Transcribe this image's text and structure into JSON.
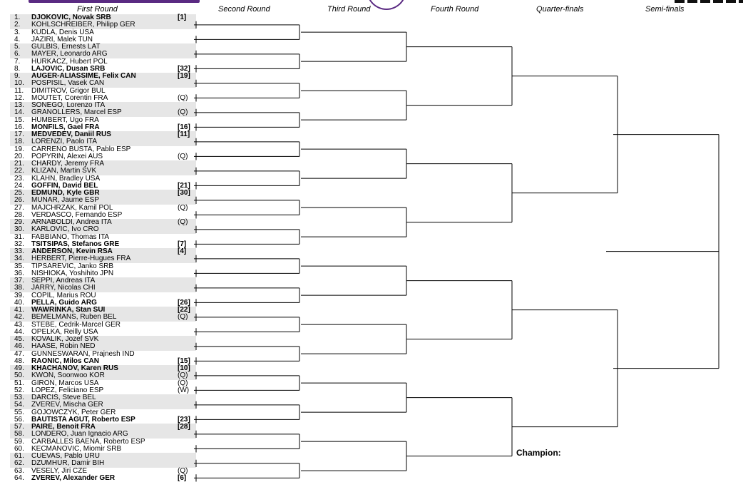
{
  "rounds": [
    "First Round",
    "Second Round",
    "Third Round",
    "Fourth Round",
    "Quarter-finals",
    "Semi-finals"
  ],
  "champion_label": "Champion:",
  "entries": [
    {
      "num": "1.",
      "name": "DJOKOVIC, Novak SRB",
      "tag": "[1]",
      "seed": true
    },
    {
      "num": "2.",
      "name": "KOHLSCHREIBER, Philipp GER",
      "tag": ""
    },
    {
      "num": "3.",
      "name": "KUDLA, Denis USA",
      "tag": ""
    },
    {
      "num": "4.",
      "name": "JAZIRI, Malek TUN",
      "tag": ""
    },
    {
      "num": "5.",
      "name": "GULBIS, Ernests LAT",
      "tag": ""
    },
    {
      "num": "6.",
      "name": "MAYER, Leonardo ARG",
      "tag": ""
    },
    {
      "num": "7.",
      "name": "HURKACZ, Hubert POL",
      "tag": ""
    },
    {
      "num": "8.",
      "name": "LAJOVIC, Dusan SRB",
      "tag": "[32]",
      "seed": true
    },
    {
      "num": "9.",
      "name": "AUGER-ALIASSIME, Felix CAN",
      "tag": "[19]",
      "seed": true
    },
    {
      "num": "10.",
      "name": "POSPISIL, Vasek CAN",
      "tag": ""
    },
    {
      "num": "11.",
      "name": "DIMITROV, Grigor BUL",
      "tag": ""
    },
    {
      "num": "12.",
      "name": "MOUTET, Corentin FRA",
      "tag": "(Q)"
    },
    {
      "num": "13.",
      "name": "SONEGO, Lorenzo ITA",
      "tag": ""
    },
    {
      "num": "14.",
      "name": "GRANOLLERS, Marcel ESP",
      "tag": "(Q)"
    },
    {
      "num": "15.",
      "name": "HUMBERT, Ugo FRA",
      "tag": ""
    },
    {
      "num": "16.",
      "name": "MONFILS, Gael FRA",
      "tag": "[16]",
      "seed": true
    },
    {
      "num": "17.",
      "name": "MEDVEDEV, Daniil RUS",
      "tag": "[11]",
      "seed": true
    },
    {
      "num": "18.",
      "name": "LORENZI, Paolo ITA",
      "tag": ""
    },
    {
      "num": "19.",
      "name": "CARRENO BUSTA, Pablo ESP",
      "tag": ""
    },
    {
      "num": "20.",
      "name": "POPYRIN, Alexei AUS",
      "tag": "(Q)"
    },
    {
      "num": "21.",
      "name": "CHARDY, Jeremy FRA",
      "tag": ""
    },
    {
      "num": "22.",
      "name": "KLIZAN, Martin SVK",
      "tag": ""
    },
    {
      "num": "23.",
      "name": "KLAHN, Bradley USA",
      "tag": ""
    },
    {
      "num": "24.",
      "name": "GOFFIN, David BEL",
      "tag": "[21]",
      "seed": true
    },
    {
      "num": "25.",
      "name": "EDMUND, Kyle GBR",
      "tag": "[30]",
      "seed": true
    },
    {
      "num": "26.",
      "name": "MUNAR, Jaume ESP",
      "tag": ""
    },
    {
      "num": "27.",
      "name": "MAJCHRZAK, Kamil POL",
      "tag": "(Q)"
    },
    {
      "num": "28.",
      "name": "VERDASCO, Fernando ESP",
      "tag": ""
    },
    {
      "num": "29.",
      "name": "ARNABOLDI, Andrea ITA",
      "tag": "(Q)"
    },
    {
      "num": "30.",
      "name": "KARLOVIC, Ivo CRO",
      "tag": ""
    },
    {
      "num": "31.",
      "name": "FABBIANO, Thomas ITA",
      "tag": ""
    },
    {
      "num": "32.",
      "name": "TSITSIPAS, Stefanos GRE",
      "tag": "[7]",
      "seed": true
    },
    {
      "num": "33.",
      "name": "ANDERSON, Kevin RSA",
      "tag": "[4]",
      "seed": true
    },
    {
      "num": "34.",
      "name": "HERBERT, Pierre-Hugues FRA",
      "tag": ""
    },
    {
      "num": "35.",
      "name": "TIPSAREVIC, Janko SRB",
      "tag": ""
    },
    {
      "num": "36.",
      "name": "NISHIOKA, Yoshihito JPN",
      "tag": ""
    },
    {
      "num": "37.",
      "name": "SEPPI, Andreas ITA",
      "tag": ""
    },
    {
      "num": "38.",
      "name": "JARRY, Nicolas CHI",
      "tag": ""
    },
    {
      "num": "39.",
      "name": "COPIL, Marius ROU",
      "tag": ""
    },
    {
      "num": "40.",
      "name": "PELLA, Guido ARG",
      "tag": "[26]",
      "seed": true
    },
    {
      "num": "41.",
      "name": "WAWRINKA, Stan SUI",
      "tag": "[22]",
      "seed": true
    },
    {
      "num": "42.",
      "name": "BEMELMANS, Ruben BEL",
      "tag": "(Q)"
    },
    {
      "num": "43.",
      "name": "STEBE, Cedrik-Marcel GER",
      "tag": ""
    },
    {
      "num": "44.",
      "name": "OPELKA, Reilly USA",
      "tag": ""
    },
    {
      "num": "45.",
      "name": "KOVALIK, Jozef SVK",
      "tag": ""
    },
    {
      "num": "46.",
      "name": "HAASE, Robin NED",
      "tag": ""
    },
    {
      "num": "47.",
      "name": "GUNNESWARAN, Prajnesh IND",
      "tag": ""
    },
    {
      "num": "48.",
      "name": "RAONIC, Milos CAN",
      "tag": "[15]",
      "seed": true
    },
    {
      "num": "49.",
      "name": "KHACHANOV, Karen RUS",
      "tag": "[10]",
      "seed": true
    },
    {
      "num": "50.",
      "name": "KWON, Soonwoo KOR",
      "tag": "(Q)"
    },
    {
      "num": "51.",
      "name": "GIRON, Marcos USA",
      "tag": "(Q)"
    },
    {
      "num": "52.",
      "name": "LOPEZ, Feliciano ESP",
      "tag": "(W)"
    },
    {
      "num": "53.",
      "name": "DARCIS, Steve BEL",
      "tag": ""
    },
    {
      "num": "54.",
      "name": "ZVEREV, Mischa GER",
      "tag": ""
    },
    {
      "num": "55.",
      "name": "GOJOWCZYK, Peter GER",
      "tag": ""
    },
    {
      "num": "56.",
      "name": "BAUTISTA AGUT, Roberto ESP",
      "tag": "[23]",
      "seed": true
    },
    {
      "num": "57.",
      "name": "PAIRE, Benoit FRA",
      "tag": "[28]",
      "seed": true
    },
    {
      "num": "58.",
      "name": "LONDERO, Juan Ignacio ARG",
      "tag": ""
    },
    {
      "num": "59.",
      "name": "CARBALLES BAENA, Roberto ESP",
      "tag": ""
    },
    {
      "num": "60.",
      "name": "KECMANOVIC, Miomir SRB",
      "tag": ""
    },
    {
      "num": "61.",
      "name": "CUEVAS, Pablo URU",
      "tag": ""
    },
    {
      "num": "62.",
      "name": "DZUMHUR, Damir BIH",
      "tag": ""
    },
    {
      "num": "63.",
      "name": "VESELY, Jiri CZE",
      "tag": "(Q)"
    },
    {
      "num": "64.",
      "name": "ZVEREV, Alexander GER",
      "tag": "[6]",
      "seed": true
    }
  ]
}
